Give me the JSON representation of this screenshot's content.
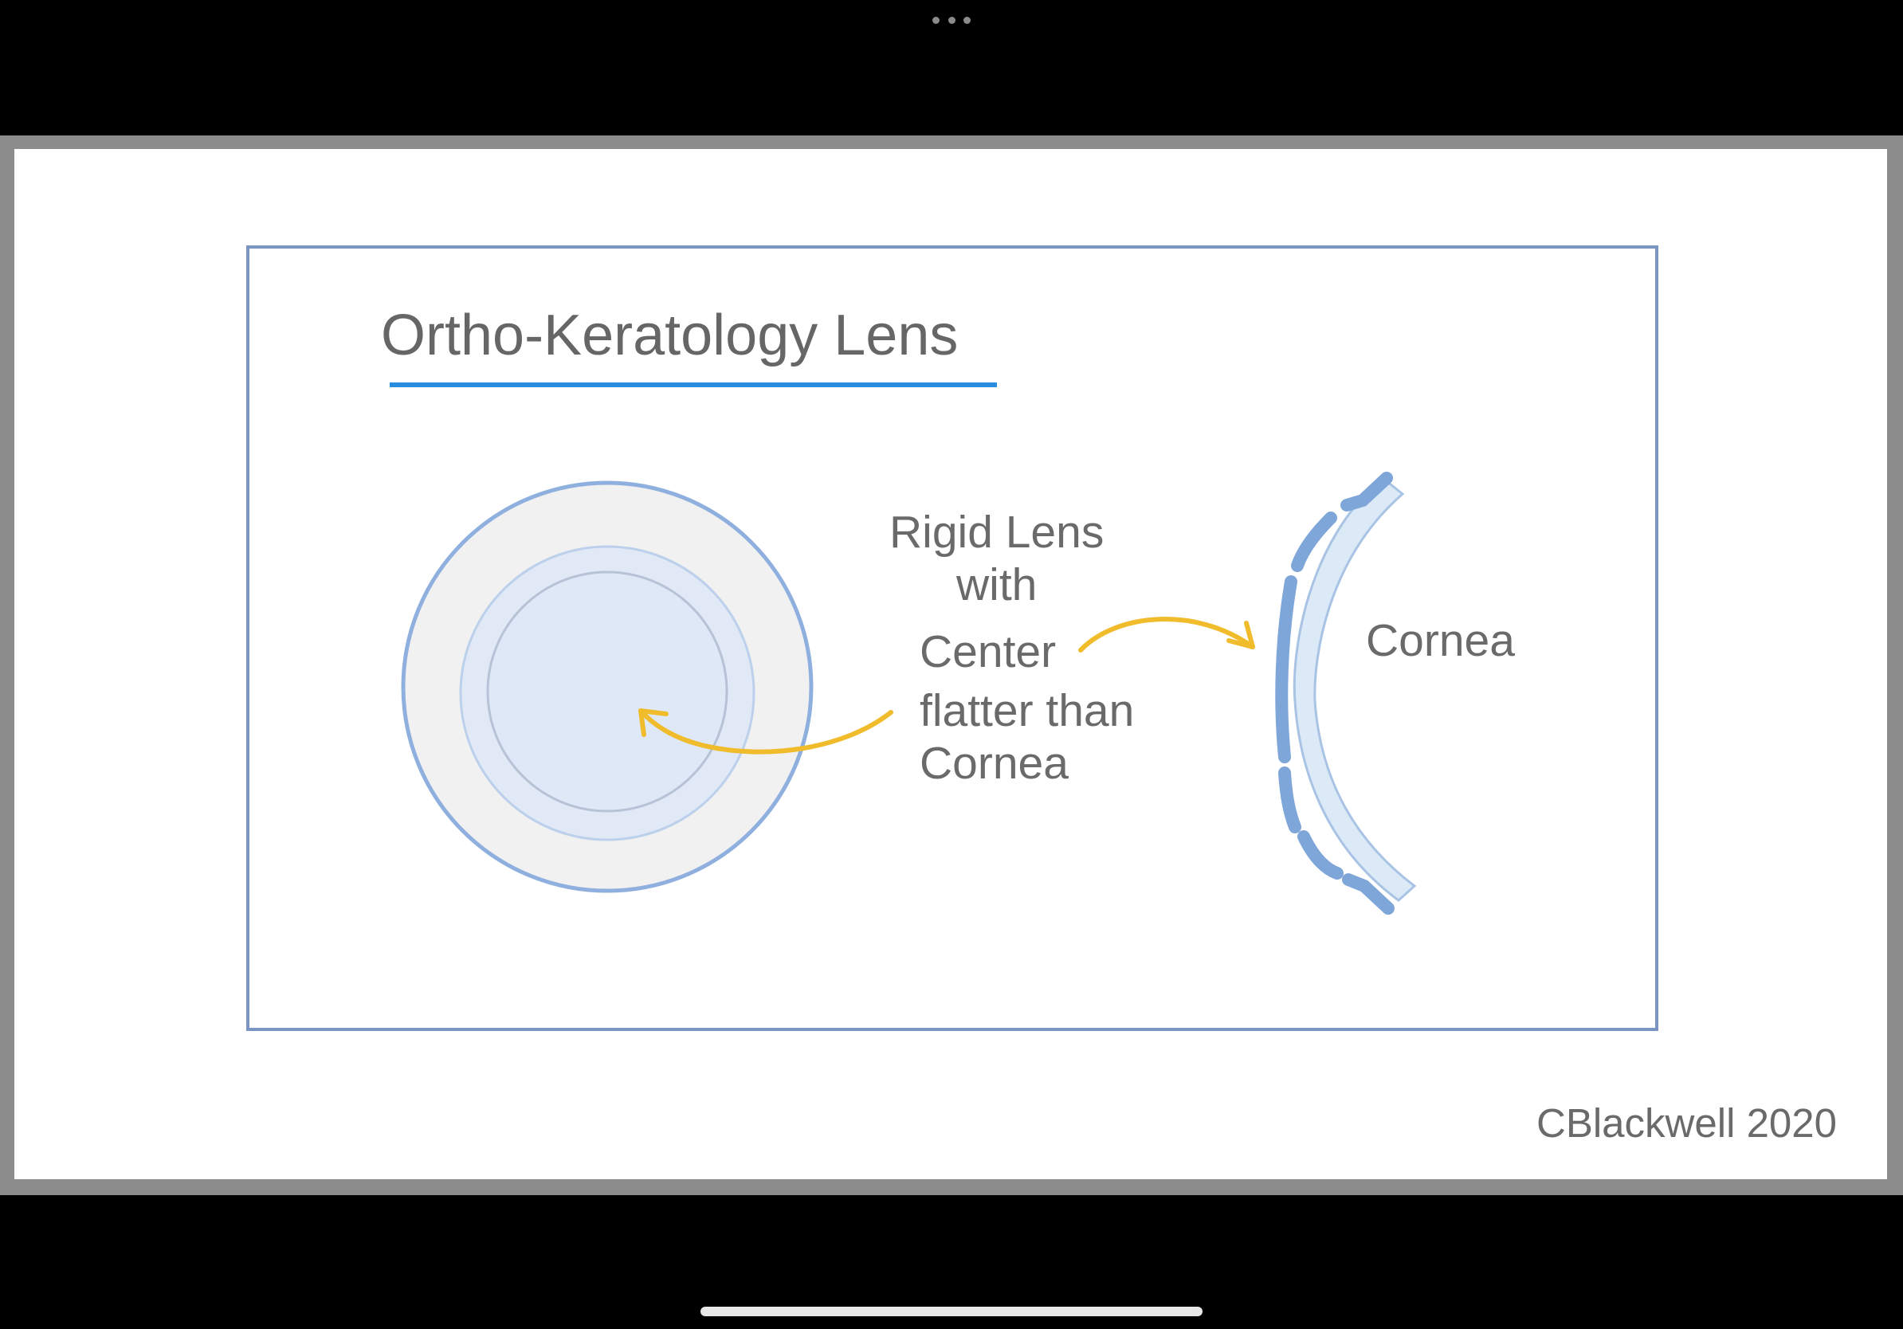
{
  "slide": {
    "title": "Ortho-Keratology Lens",
    "lens_label_line1": "Rigid Lens",
    "lens_label_line2": "with",
    "center_line1": "Center",
    "center_line2": "flatter than",
    "center_line3": "Cornea",
    "cornea_label": "Cornea",
    "credit": "CBlackwell 2020"
  },
  "colors": {
    "title_underline": "#2a8ee0",
    "box_border": "#7a95c4",
    "arrow": "#f0bc2c",
    "lens_fill": "#e8eef8",
    "lens_outline": "#8fb0de"
  },
  "icons": {
    "top_menu": "more-dots-icon",
    "bottom": "home-indicator"
  }
}
